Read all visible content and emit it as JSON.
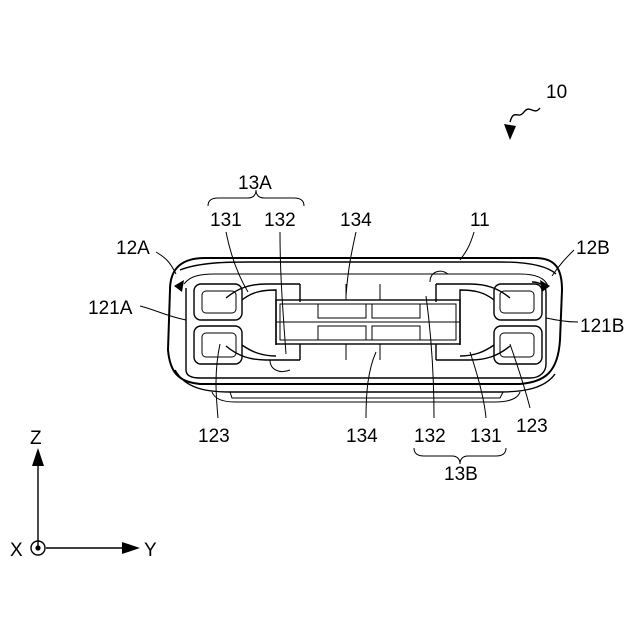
{
  "labels": {
    "assembly": "10",
    "housing": "11",
    "end_left": "12A",
    "end_right": "12B",
    "slot_left": "121A",
    "slot_right": "121B",
    "group_a": "13A",
    "group_b": "13B",
    "part_131_top": "131",
    "part_132_top": "132",
    "part_134_top": "134",
    "part_123_left": "123",
    "part_134_bottom": "134",
    "part_132_bottom": "132",
    "part_131_bottom": "131",
    "part_123_right": "123"
  },
  "axes": {
    "z": "Z",
    "x": "X",
    "y": "Y"
  }
}
